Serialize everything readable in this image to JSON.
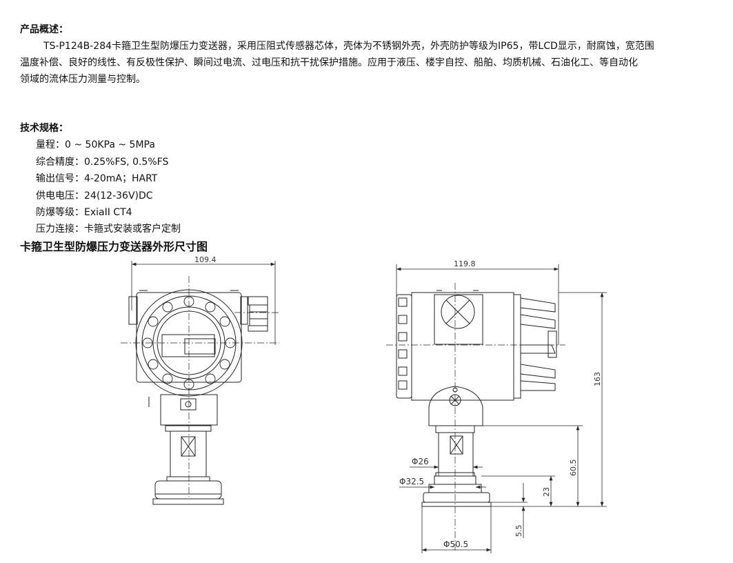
{
  "overview": {
    "heading": "产品概述：",
    "lines": [
      "TS-P124B-284卡箍卫生型防爆压力变送器，采用压阻式传感器芯体，壳体为不锈钢外壳，外壳防护等级为IP65，带LCD显示，耐腐蚀，宽范围",
      "温度补偿、良好的线性、有反极性保护、瞬间过电流、过电压和抗干扰保护措施。应用于液压、楼宇自控、船舶、均质机械、石油化工、等自动化",
      "领域的流体压力测量与控制。"
    ]
  },
  "specs": {
    "heading": "技术规格：",
    "items": [
      "量程：0 ~ 50KPa ~ 5MPa",
      "综合精度：0.25%FS, 0.5%FS",
      "输出信号：4-20mA；HART",
      "供电电压：24(12-36V)DC",
      "防爆等级：ExiaII CT4",
      "压力连接：卡箍式安装或客户定制"
    ]
  },
  "drawing": {
    "title": "卡箍卫生型防爆压力变送器外形尺寸图",
    "dims": {
      "front_width": "109.4",
      "side_width": "119.8",
      "height": "163",
      "lower_height": "60.5",
      "clamp_height": "23",
      "flange_thickness": "5.5",
      "d26": "Φ26",
      "d32": "Φ32.5",
      "d50": "Φ50.5"
    }
  }
}
